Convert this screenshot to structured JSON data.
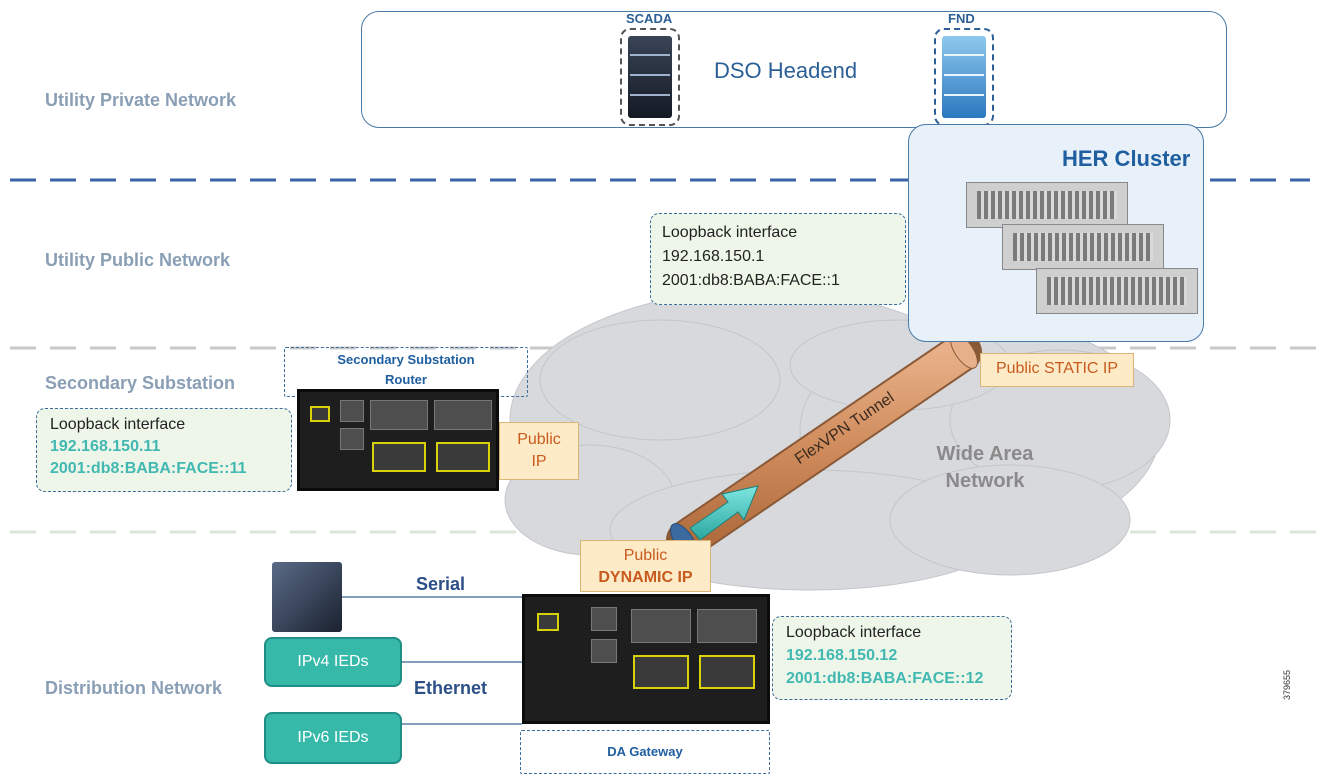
{
  "zones": {
    "private": "Utility Private Network",
    "public": "Utility Public Network",
    "secondary": "Secondary Substation",
    "distribution": "Distribution Network"
  },
  "headend": {
    "title": "DSO Headend",
    "scada_label": "SCADA",
    "fnd_label": "FND"
  },
  "her_cluster": {
    "title": "HER Cluster"
  },
  "loopback_her": {
    "title": "Loopback interface",
    "ipv4": "192.168.150.1",
    "ipv6": "2001:db8:BABA:FACE::1"
  },
  "secondary_router": {
    "label_line1": "Secondary Substation",
    "label_line2": "Router",
    "public_ip_line1": "Public",
    "public_ip_line2": "IP"
  },
  "loopback_ss": {
    "title": "Loopback interface",
    "ipv4": "192.168.150.11",
    "ipv6": "2001:db8:BABA:FACE::11"
  },
  "wan": {
    "line1": "Wide Area",
    "line2": "Network",
    "tunnel": "FlexVPN Tunnel",
    "public_static": "Public STATIC IP"
  },
  "da_gateway": {
    "label": "DA Gateway",
    "public_line1": "Public",
    "public_line2": "DYNAMIC IP"
  },
  "loopback_da": {
    "title": "Loopback interface",
    "ipv4": "192.168.150.12",
    "ipv6": "2001:db8:BABA:FACE::12"
  },
  "links": {
    "serial": "Serial",
    "ethernet": "Ethernet"
  },
  "ieds": {
    "ipv4": "IPv4 IEDs",
    "ipv6": "IPv6 IEDs"
  },
  "figure_id": "379655",
  "colors": {
    "separator": "#3a62a8",
    "separator_grey": "#c8c8c8",
    "tunnel": "#d08c5c",
    "ied": "#36b9a9",
    "teal_text": "#41b8b1",
    "orange_text": "#c85a1e",
    "zone_text": "#8a9fb5"
  }
}
